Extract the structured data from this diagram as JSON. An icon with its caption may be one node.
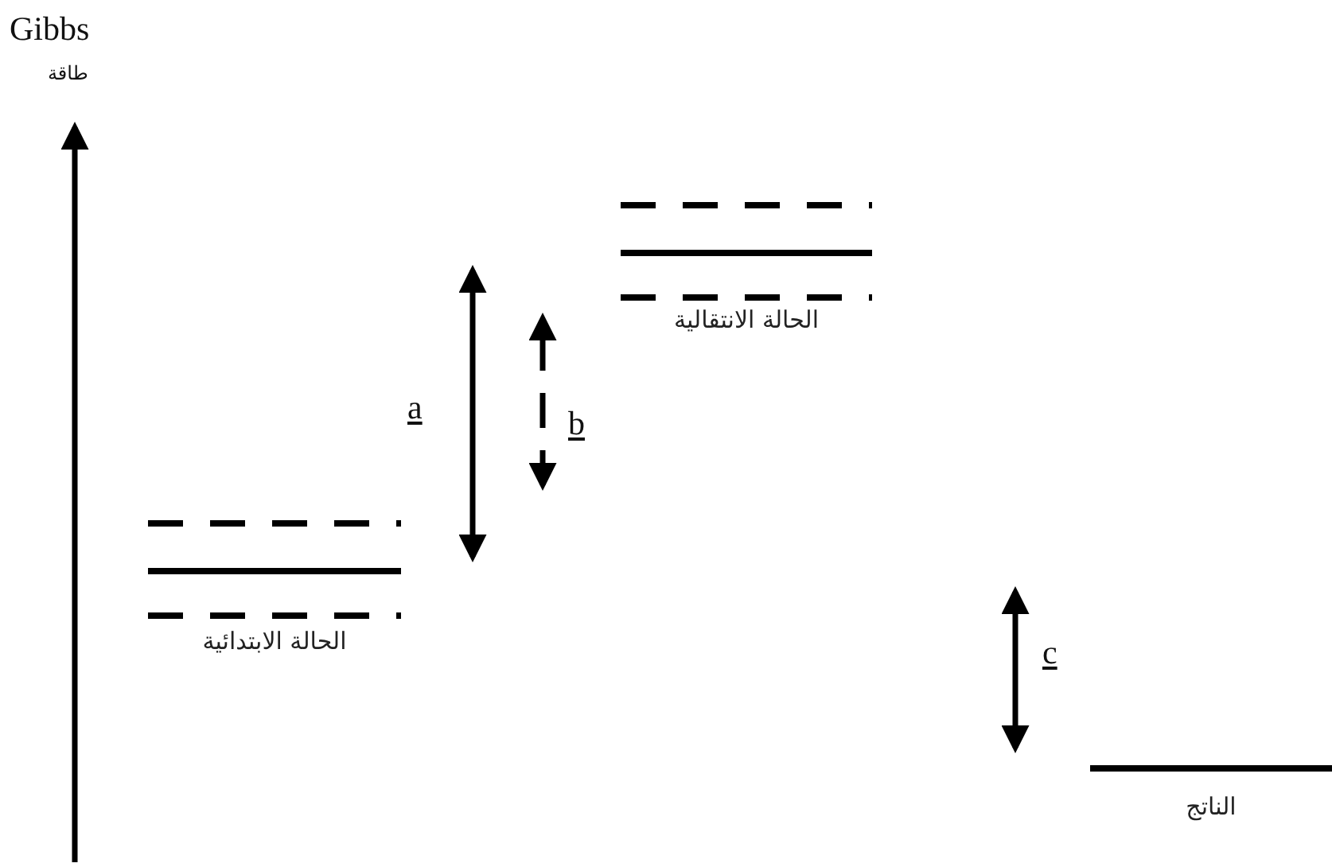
{
  "diagram": {
    "nodes": [
      {
        "text": [
          "الحالة الانتقالية"
        ]
      },
      {
        "text": [
          "الحالة الابتدائية"
        ]
      },
      {
        "text": [
          "الناتج"
        ]
      }
    ],
    "labels": [
      "Gibbs",
      "طاقة",
      "a",
      "b",
      "c"
    ]
  }
}
